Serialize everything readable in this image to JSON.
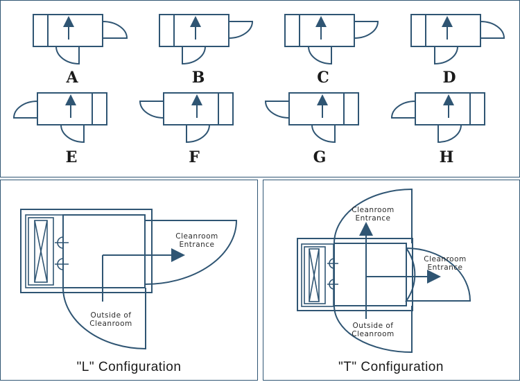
{
  "variants": [
    {
      "label": "A"
    },
    {
      "label": "B"
    },
    {
      "label": "C"
    },
    {
      "label": "D"
    },
    {
      "label": "E"
    },
    {
      "label": "F"
    },
    {
      "label": "G"
    },
    {
      "label": "H"
    }
  ],
  "l_config": {
    "caption": "\"L\" Configuration",
    "entrance_label_1": "Cleanroom",
    "entrance_label_2": "Entrance",
    "outside_label_1": "Outside of",
    "outside_label_2": "Cleanroom"
  },
  "t_config": {
    "caption": "\"T\" Configuration",
    "top_entrance_label_1": "Cleanroom",
    "top_entrance_label_2": "Entrance",
    "right_entrance_label_1": "Cleanroom",
    "right_entrance_label_2": "Entrance",
    "outside_label_1": "Outside of",
    "outside_label_2": "Cleanroom"
  },
  "colors": {
    "line": "#2f5573",
    "frame": "#2f5573"
  }
}
